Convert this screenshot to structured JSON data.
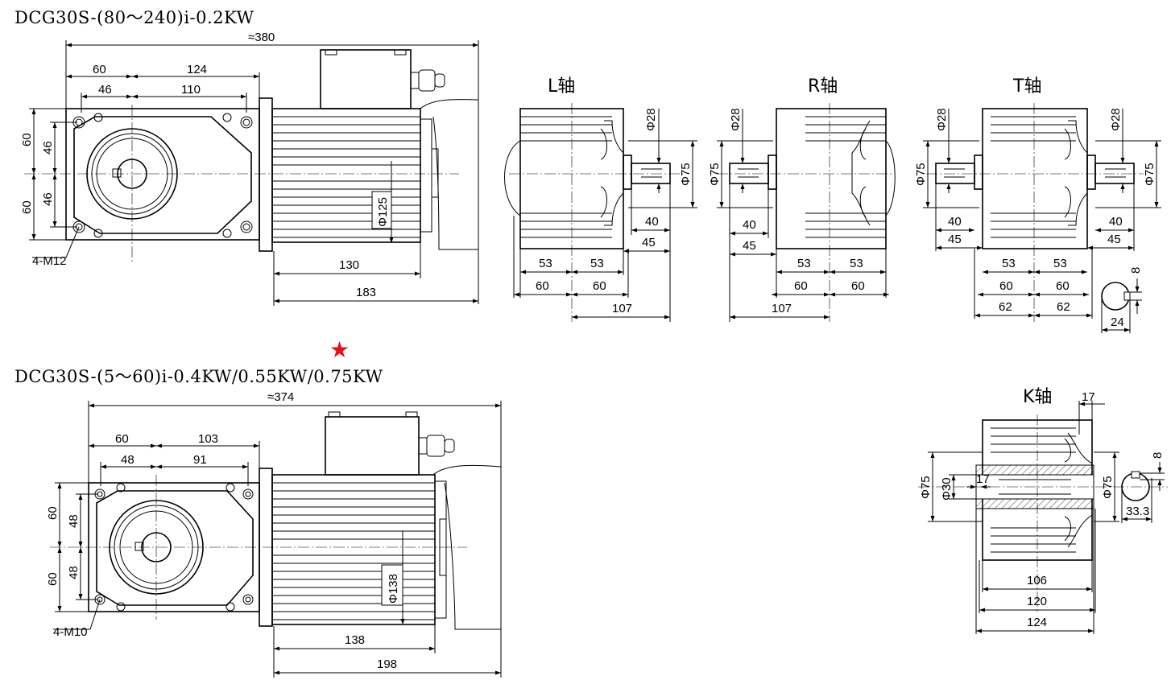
{
  "drawing": {
    "top_model": "DCG30S-(80～240)i-0.2KW",
    "bottom_model": "DCG30S-(5～60)i-0.4KW/0.55KW/0.75KW",
    "recommended_mark": "★",
    "accent_color": "#e8101a"
  },
  "top_front": {
    "overall": "≈380",
    "d60": "60",
    "d124": "124",
    "d46": "46",
    "d110": "110",
    "v60a": "60",
    "v60b": "60",
    "v46a": "46",
    "v46b": "46",
    "bolt": "4-M12",
    "dia": "Φ125",
    "d130": "130",
    "d183": "183"
  },
  "bottom_front": {
    "overall": "≈374",
    "d60": "60",
    "d103": "103",
    "d48": "48",
    "d91": "91",
    "v60a": "60",
    "v60b": "60",
    "v48a": "48",
    "v48b": "48",
    "bolt": "4-M10",
    "dia": "Φ138",
    "d138": "138",
    "d198": "198"
  },
  "shaft_views": {
    "L": {
      "label": "L轴",
      "d28": "Φ28",
      "d75": "Φ75",
      "d40": "40",
      "d45": "45",
      "d53a": "53",
      "d53b": "53",
      "d60a": "60",
      "d60b": "60",
      "d107": "107"
    },
    "R": {
      "label": "R轴",
      "d28": "Φ28",
      "d75": "Φ75",
      "d40": "40",
      "d45": "45",
      "d53a": "53",
      "d53b": "53",
      "d60a": "60",
      "d60b": "60",
      "d107": "107"
    },
    "T": {
      "label": "T轴",
      "d28a": "Φ28",
      "d28b": "Φ28",
      "d75a": "Φ75",
      "d75b": "Φ75",
      "d40a": "40",
      "d40b": "40",
      "d45a": "45",
      "d45b": "45",
      "d53a": "53",
      "d53b": "53",
      "d60a": "60",
      "d60b": "60",
      "d62a": "62",
      "d62b": "62",
      "key": "8",
      "keyw": "24"
    },
    "K": {
      "label": "K轴",
      "d17": "17",
      "d17b": "17",
      "d75a": "Φ75",
      "d75b": "Φ75",
      "d30": "Φ30",
      "d106": "106",
      "d120": "120",
      "d124": "124",
      "key": "8",
      "keyw": "33.3"
    }
  }
}
